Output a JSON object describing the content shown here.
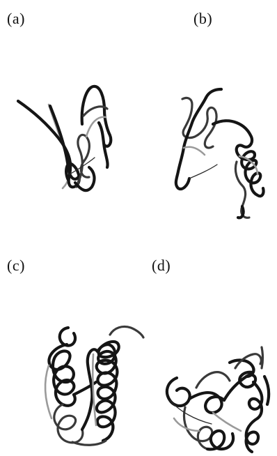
{
  "panels": {
    "a": {
      "label": "(a)"
    },
    "b": {
      "label": "(b)"
    },
    "c": {
      "label": "(c)"
    },
    "d": {
      "label": "(d)"
    }
  }
}
